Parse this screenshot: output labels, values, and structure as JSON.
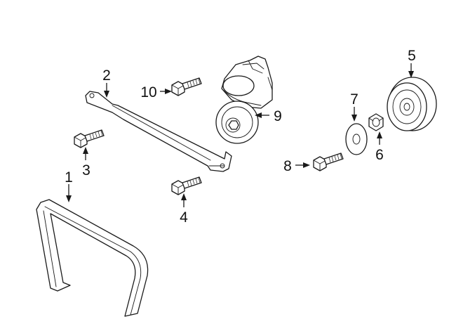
{
  "callouts": [
    {
      "id": "1",
      "label": "1",
      "part": "serpentine-belt"
    },
    {
      "id": "2",
      "label": "2",
      "part": "bracket"
    },
    {
      "id": "3",
      "label": "3",
      "part": "bracket-bolt"
    },
    {
      "id": "4",
      "label": "4",
      "part": "bracket-bolt-lower"
    },
    {
      "id": "5",
      "label": "5",
      "part": "idler-pulley"
    },
    {
      "id": "6",
      "label": "6",
      "part": "pulley-nut"
    },
    {
      "id": "7",
      "label": "7",
      "part": "pulley-washer"
    },
    {
      "id": "8",
      "label": "8",
      "part": "pulley-bolt"
    },
    {
      "id": "9",
      "label": "9",
      "part": "belt-tensioner"
    },
    {
      "id": "10",
      "label": "10",
      "part": "tensioner-bolt"
    }
  ]
}
